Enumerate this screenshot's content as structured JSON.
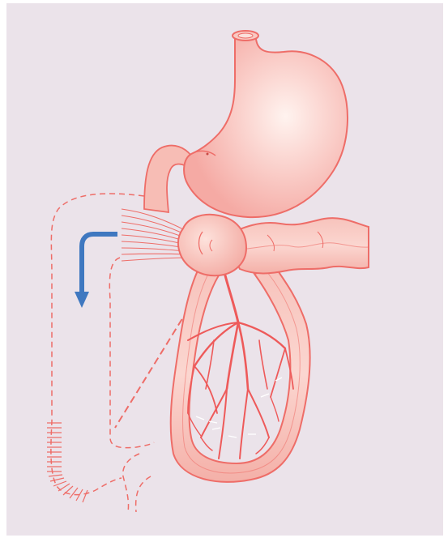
{
  "figure": {
    "background": "#ebe3ea",
    "colors": {
      "organ_fill_light": "#fde7e2",
      "organ_fill": "#f6b9b2",
      "outline": "#ee6d68",
      "vessel": "#ee5a5a",
      "arrow": "#3f78c0"
    },
    "parts": [
      "stomach",
      "esophagus-stump",
      "duodenum",
      "pancreas",
      "small-bowel-loop",
      "mesenteric-vessels",
      "removed-bowel-dashed-outline",
      "reduction-arrow"
    ]
  }
}
